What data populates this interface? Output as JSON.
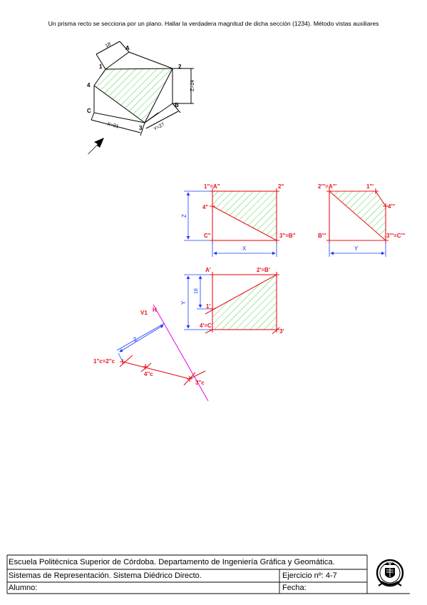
{
  "header": {
    "title": "Un prisma recto se secciona por un plano. Hallar la verdadera magnitud de dicha sección (1234). Método vistas auxiliares"
  },
  "drawing": {
    "perspective": {
      "v1": "1",
      "v2": "2",
      "v3": "3",
      "v4": "4",
      "vA": "A",
      "vB": "B",
      "vC": "C",
      "dim18": "18",
      "dimZ": "Z=24",
      "dimX": "X=31",
      "dimY": "Y=27"
    },
    "front_view": {
      "p1": "1\"=A\"",
      "p2": "2\"",
      "p4": "4\"",
      "pC": "C\"",
      "p3": "3\"=B\"",
      "dimZ": "Z",
      "dimX": "X"
    },
    "side_view": {
      "p2": "2'''=A'''",
      "p1": "1'''",
      "p4": "4'''",
      "pB": "B'''",
      "p3": "3'''=C'''",
      "dimY": "Y"
    },
    "top_view": {
      "pA": "A'",
      "p2": "2'=B'",
      "p1": "1'",
      "p4": "4'=C'",
      "p3": "3'",
      "dim18": "18",
      "dimY": "Y"
    },
    "aux_view": {
      "v1": "V1",
      "h": "H",
      "dimZ": "Z",
      "p1": "1''c=2''c",
      "p4": "4''c",
      "p3": "3''c"
    }
  },
  "title_block": {
    "school": "Escuela Politécnica Superior de Córdoba. Departamento de Ingeniería Gráfica y Geomática.",
    "subject": "Sistemas de Representación. Sistema Diédrico Directo.",
    "exercise": "Ejercicio nº: 4-7",
    "student": "Alumno:",
    "date": "Fecha:"
  },
  "colors": {
    "construction": "#e8141b",
    "hatch": "#3cc83c",
    "dimension": "#1a3cff",
    "plane_trace": "#e619e6"
  },
  "icons": {
    "arrow": "view-direction-arrow",
    "seal": "university-seal-icon"
  }
}
